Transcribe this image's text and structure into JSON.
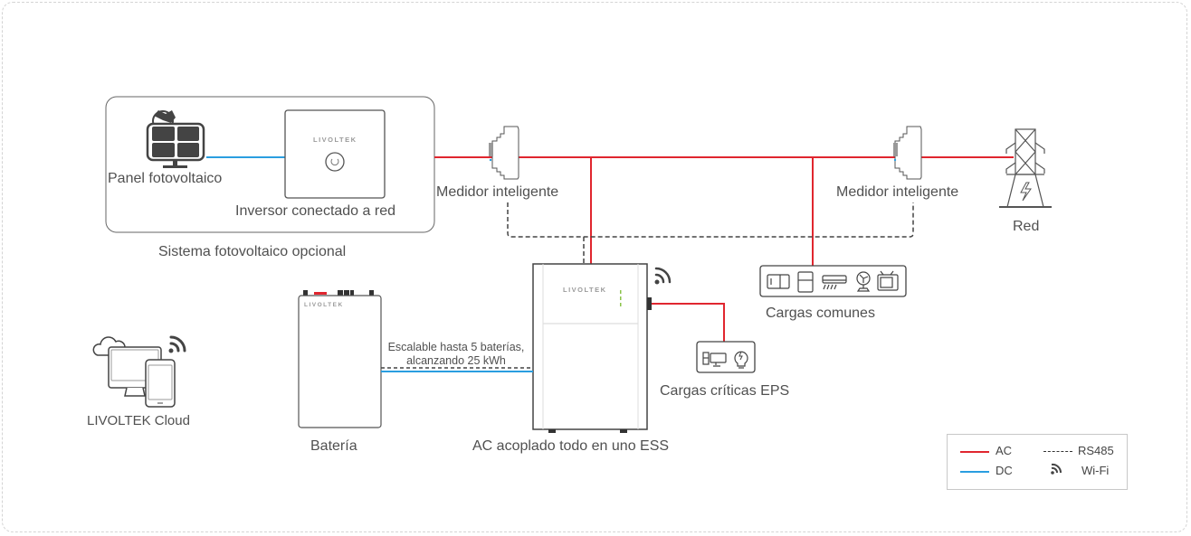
{
  "diagram": {
    "title": "AC coupled all-in-one ESS system diagram",
    "colors": {
      "ac_line": "#e0262f",
      "dc_line": "#2a9ee0",
      "rs485_line": "#444444",
      "outline": "#555555",
      "frame_border": "#d4d4d4"
    },
    "nodes": {
      "pv_panel": {
        "label": "Panel fotovoltaico",
        "icon": "solar-panel-icon"
      },
      "grid_inverter": {
        "label": "Inversor conectado a red",
        "brand": "LIVOLTEK",
        "icon": "inverter-icon"
      },
      "pv_group": {
        "label": "Sistema fotovoltaico opcional"
      },
      "meter_left": {
        "label": "Medidor inteligente",
        "icon": "smart-meter-icon"
      },
      "meter_right": {
        "label": "Medidor inteligente",
        "icon": "smart-meter-icon"
      },
      "grid": {
        "label": "Red",
        "icon": "power-tower-icon"
      },
      "common_loads": {
        "label": "Cargas comunes",
        "icons": [
          "microwave-icon",
          "fridge-icon",
          "air-conditioner-icon",
          "fan-icon",
          "tv-icon"
        ]
      },
      "critical_loads": {
        "label": "Cargas críticas EPS",
        "icons": [
          "desktop-computer-icon",
          "light-bulb-icon"
        ]
      },
      "ess": {
        "label": "AC acoplado todo en uno ESS",
        "brand": "LIVOLTEK",
        "icon": "ess-cabinet-icon"
      },
      "battery": {
        "label": "Batería",
        "brand": "LIVOLTEK",
        "icon": "battery-cabinet-icon"
      },
      "battery_note": {
        "line1": "Escalable hasta 5 baterías,",
        "line2": "alcanzando 25 kWh"
      },
      "cloud": {
        "label": "LIVOLTEK Cloud",
        "icon": "cloud-devices-icon"
      }
    },
    "legend": {
      "items": [
        {
          "label": "AC",
          "style": "solid-red"
        },
        {
          "label": "RS485",
          "style": "dashed-black"
        },
        {
          "label": "DC",
          "style": "solid-blue"
        },
        {
          "label": "Wi-Fi",
          "style": "wifi-icon"
        }
      ]
    }
  }
}
